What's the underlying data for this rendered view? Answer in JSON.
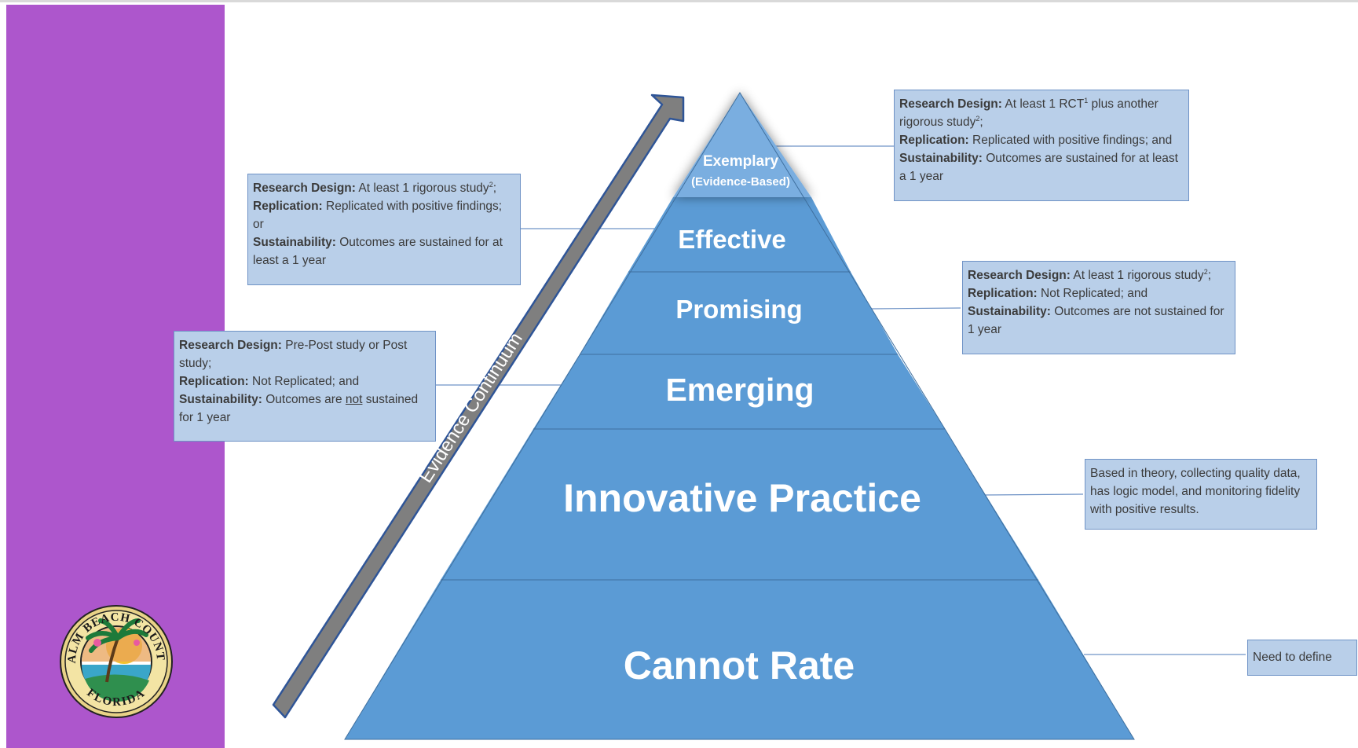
{
  "sidebar": {
    "color": "#ad56cc"
  },
  "colors": {
    "pyramid": "#5b9bd5",
    "apex": "#7aaee0",
    "box_fill": "#b9cfe9",
    "box_border": "#6f93c6",
    "arrow": "#7f7f7f"
  },
  "arrow": {
    "label": "Evidence Continuum"
  },
  "pyramid": {
    "levels": [
      {
        "label": "Exemplary",
        "sublabel": "(Evidence-Based)"
      },
      {
        "label": "Effective"
      },
      {
        "label": "Promising"
      },
      {
        "label": "Emerging"
      },
      {
        "label": "Innovative Practice"
      },
      {
        "label": "Cannot Rate"
      }
    ]
  },
  "boxes": {
    "exemplary": {
      "design_label": "Research Design:",
      "design_text": " At least 1 RCT",
      "design_sup": "1",
      "design_text2": " plus another rigorous study",
      "design_sup2": "2",
      "design_end": ";",
      "replication_label": "Replication:",
      "replication_text": " Replicated with positive findings; and",
      "sustainability_label": "Sustainability:",
      "sustainability_text": " Outcomes are sustained for at least a 1 year"
    },
    "effective": {
      "design_label": "Research Design:",
      "design_text": " At least 1 rigorous study",
      "design_sup": "2",
      "design_end": ";",
      "replication_label": "Replication:",
      "replication_text": "  Replicated with positive findings;",
      "or_text": "or",
      "sustainability_label": "Sustainability:",
      "sustainability_text": " Outcomes are sustained for at least a 1 year"
    },
    "promising": {
      "design_label": "Research Design:",
      "design_text": " At least 1 rigorous study",
      "design_sup": "2",
      "design_end": ";",
      "replication_label": "Replication:",
      "replication_text": " Not Replicated; and",
      "sustainability_label": "Sustainability:",
      "sustainability_text": " Outcomes are not sustained for 1 year"
    },
    "emerging": {
      "design_label": "Research Design:",
      "design_text": " Pre-Post study or Post study;",
      "replication_label": "Replication:",
      "replication_text": " Not Replicated; and",
      "sustainability_label": "Sustainability:",
      "sustainability_pre": " Outcomes are ",
      "sustainability_not": "not",
      "sustainability_post": " sustained for 1 year"
    },
    "innovative": {
      "text": "Based in theory, collecting quality data, has logic model, and monitoring fidelity with positive results."
    },
    "cannot_rate": {
      "text": "Need to define"
    }
  },
  "logo": {
    "top_text": "PALM BEACH COUNTY",
    "bottom_text": "FLORIDA"
  }
}
